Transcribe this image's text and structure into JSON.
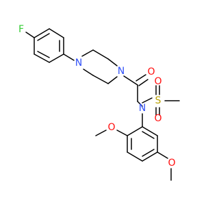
{
  "atom_labels": {
    "fluorine": "F",
    "piperazine_n1": "N",
    "piperazine_n2": "N",
    "carbonyl_oxygen": "O",
    "sulfonamide_nitrogen": "N",
    "sulfur": "S",
    "sulfonyl_oxygen_1": "O",
    "sulfonyl_oxygen_2": "O",
    "methoxy_oxygen_1": "O",
    "methoxy_oxygen_2": "O"
  },
  "colors": {
    "fluorine": "#33cc33",
    "nitrogen": "#3050f8",
    "oxygen": "#ff0d0d",
    "sulfur": "#b8a000",
    "bond": "#000000"
  }
}
